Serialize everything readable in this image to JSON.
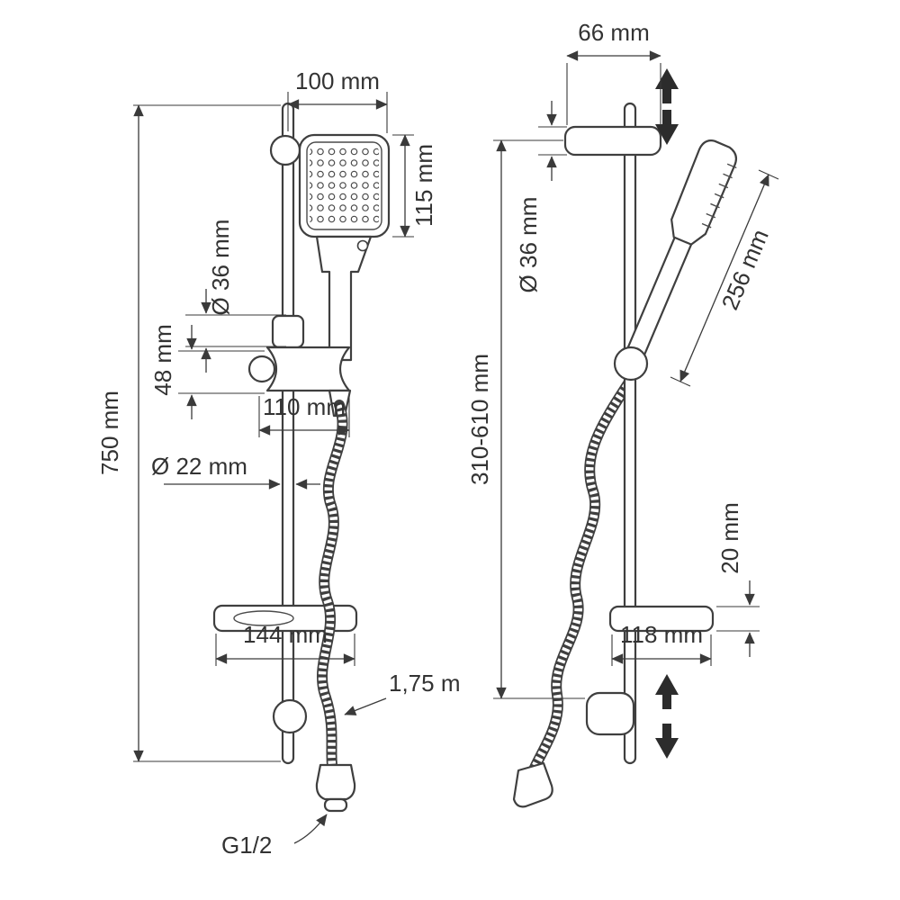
{
  "drawing": {
    "front": {
      "head_width": "100 mm",
      "head_height": "115 mm",
      "holder_diameter": "Ø 36 mm",
      "holder_height": "48 mm",
      "holder_width": "110 mm",
      "bar_diameter": "Ø 22 mm",
      "shelf_width": "144 mm",
      "bar_height": "750 mm",
      "hose_length": "1,75 m",
      "thread": "G1/2"
    },
    "side": {
      "bracket_width": "66 mm",
      "holder_diameter": "Ø 36 mm",
      "height_range": "310-610 mm",
      "handshower_length": "256 mm",
      "shelf_thickness": "20 mm",
      "shelf_depth": "118 mm"
    }
  }
}
